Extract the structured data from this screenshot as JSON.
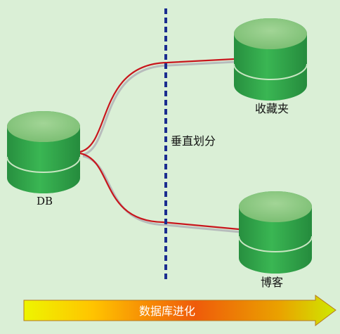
{
  "diagram": {
    "nodes": {
      "db": "DB",
      "favorites": "收藏夹",
      "blog": "博客"
    },
    "divider_label": "垂直划分",
    "banner_label": "数据库进化"
  },
  "colors": {
    "background": "#daefd6",
    "database_green": "#34a84e",
    "database_top": "#8fca83",
    "connector_red": "#c8161d",
    "divider_blue": "#1b2d8f"
  }
}
